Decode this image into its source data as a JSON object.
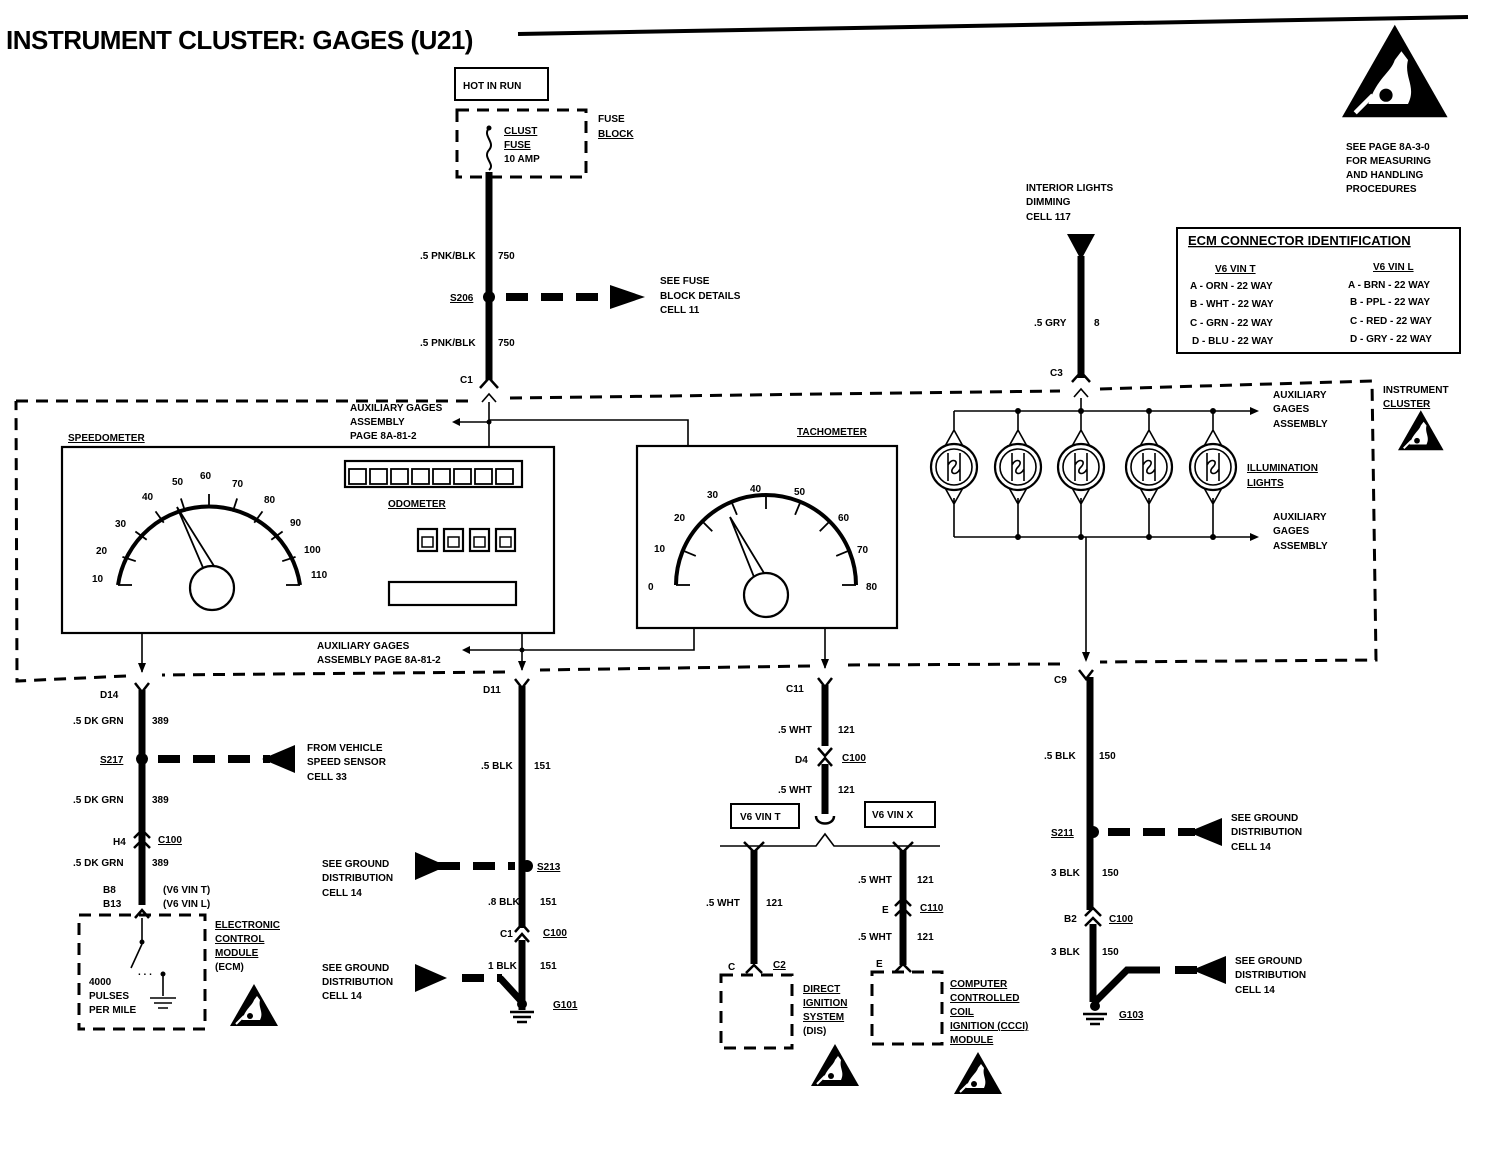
{
  "title": "INSTRUMENT CLUSTER: GAGES (U21)",
  "power": {
    "hot_in_run": "HOT IN RUN",
    "fuse_name": [
      "CLUST",
      "FUSE",
      "10 AMP"
    ],
    "fuse_block": [
      "FUSE",
      "BLOCK"
    ],
    "wire_top": {
      "gauge_color": ".5 PNK/BLK",
      "circuit": "750"
    },
    "splice": "S206",
    "see_fuse": [
      "SEE FUSE",
      "BLOCK DETAILS",
      "CELL 11"
    ],
    "wire_bottom": {
      "gauge_color": ".5 PNK/BLK",
      "circuit": "750"
    },
    "connector": "C1"
  },
  "esd_note": [
    "SEE PAGE 8A-3-0",
    "FOR MEASURING",
    "AND HANDLING",
    "PROCEDURES"
  ],
  "dimming": {
    "label": [
      "INTERIOR LIGHTS",
      "DIMMING",
      "CELL 117"
    ],
    "wire": {
      "gauge_color": ".5 GRY",
      "circuit": "8"
    },
    "connector": "C3"
  },
  "ecm_table": {
    "title": "ECM CONNECTOR IDENTIFICATION",
    "col1_header": "V6 VIN T",
    "col2_header": "V6 VIN L",
    "col1": [
      "A - ORN - 22 WAY",
      "B - WHT - 22 WAY",
      "C - GRN - 22 WAY",
      "D - BLU - 22 WAY"
    ],
    "col2": [
      "A - BRN - 22 WAY",
      "B - PPL - 22 WAY",
      "C - RED - 22 WAY",
      "D - GRY - 22 WAY"
    ]
  },
  "cluster": {
    "label": [
      "INSTRUMENT",
      "CLUSTER"
    ],
    "aux_top": [
      "AUXILIARY GAGES",
      "ASSEMBLY",
      "PAGE 8A-81-2"
    ],
    "aux_bottom": [
      "AUXILIARY GAGES",
      "ASSEMBLY PAGE 8A-81-2"
    ],
    "speedometer": "SPEEDOMETER",
    "speedo_ticks": [
      "10",
      "20",
      "30",
      "40",
      "50",
      "60",
      "70",
      "80",
      "90",
      "100",
      "110"
    ],
    "odometer": "ODOMETER",
    "tachometer": "TACHOMETER",
    "tach_ticks": [
      "0",
      "10",
      "20",
      "30",
      "40",
      "50",
      "60",
      "70",
      "80"
    ],
    "aux_right_top": [
      "AUXILIARY",
      "GAGES",
      "ASSEMBLY"
    ],
    "illumination": [
      "ILLUMINATION",
      "LIGHTS"
    ],
    "aux_right_bottom": [
      "AUXILIARY",
      "GAGES",
      "ASSEMBLY"
    ]
  },
  "vss_branch": {
    "connector": "D14",
    "wire1": {
      "gauge_color": ".5 DK GRN",
      "circuit": "389"
    },
    "splice": "S217",
    "from_vss": [
      "FROM VEHICLE",
      "SPEED SENSOR",
      "CELL 33"
    ],
    "wire2": {
      "gauge_color": ".5 DK GRN",
      "circuit": "389"
    },
    "conn_h4": "H4",
    "conn_c100": "C100",
    "wire3": {
      "gauge_color": ".5 DK GRN",
      "circuit": "389"
    },
    "pins": [
      "B8",
      "B13"
    ],
    "pin_notes": [
      "(V6 VIN T)",
      "(V6 VIN L)"
    ],
    "ecm": [
      "ELECTRONIC",
      "CONTROL",
      "MODULE",
      "(ECM)"
    ],
    "pulses": [
      "4000",
      "PULSES",
      "PER MILE"
    ]
  },
  "ground_branch": {
    "connector": "D11",
    "wire1": {
      "gauge_color": ".5 BLK",
      "circuit": "151"
    },
    "see_ground_1": [
      "SEE GROUND",
      "DISTRIBUTION",
      "CELL 14"
    ],
    "splice": "S213",
    "wire2": {
      "gauge_color": ".8 BLK",
      "circuit": "151"
    },
    "conn_c1": "C1",
    "conn_c100": "C100",
    "see_ground_2": [
      "SEE GROUND",
      "DISTRIBUTION",
      "CELL 14"
    ],
    "wire3": {
      "gauge_color": "1 BLK",
      "circuit": "151"
    },
    "ground": "G101"
  },
  "tach_branch": {
    "connector": "C11",
    "wire1": {
      "gauge_color": ".5 WHT",
      "circuit": "121"
    },
    "conn_d4": "D4",
    "conn_c100": "C100",
    "wire2": {
      "gauge_color": ".5 WHT",
      "circuit": "121"
    },
    "vin_t": "V6 VIN T",
    "vin_x": "V6 VIN X",
    "wire_left": {
      "gauge_color": ".5 WHT",
      "circuit": "121"
    },
    "dis_pins": [
      "C",
      "C2"
    ],
    "dis": [
      "DIRECT",
      "IGNITION",
      "SYSTEM",
      "(DIS)"
    ],
    "wire_right1": {
      "gauge_color": ".5 WHT",
      "circuit": "121"
    },
    "conn_e": "E",
    "conn_c110": "C110",
    "wire_right2": {
      "gauge_color": ".5 WHT",
      "circuit": "121"
    },
    "ccci_pin": "E",
    "ccci": [
      "COMPUTER",
      "CONTROLLED",
      "COIL",
      "IGNITION (CCCI)",
      "MODULE"
    ]
  },
  "dim_ground_branch": {
    "connector": "C9",
    "wire1": {
      "gauge_color": ".5 BLK",
      "circuit": "150"
    },
    "splice": "S211",
    "see_ground_1": [
      "SEE GROUND",
      "DISTRIBUTION",
      "CELL 14"
    ],
    "wire2": {
      "gauge_color": "3 BLK",
      "circuit": "150"
    },
    "conn_b2": "B2",
    "conn_c100": "C100",
    "wire3": {
      "gauge_color": "3 BLK",
      "circuit": "150"
    },
    "see_ground_2": [
      "SEE GROUND",
      "DISTRIBUTION",
      "CELL 14"
    ],
    "ground": "G103"
  }
}
